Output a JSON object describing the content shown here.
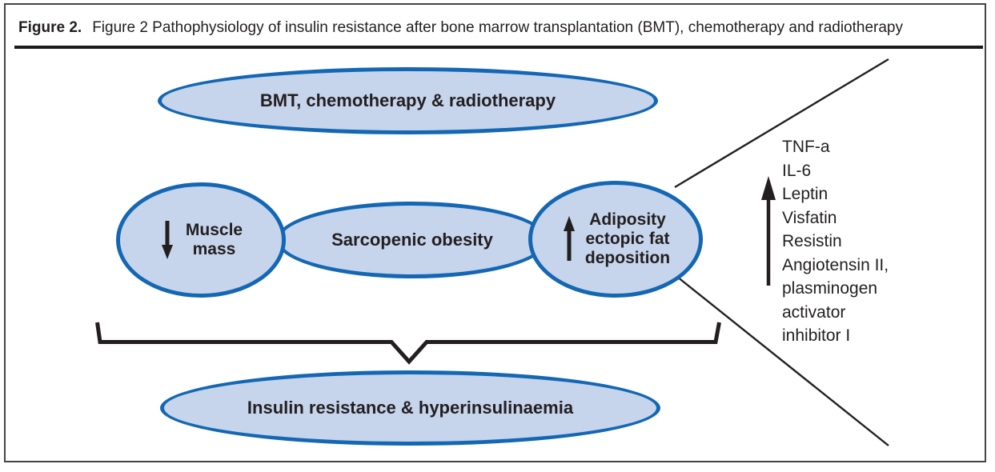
{
  "figure": {
    "label": "Figure 2.",
    "caption": "Figure 2 Pathophysiology of insulin resistance after bone marrow transplantation (BMT), chemotherapy and radiotherapy"
  },
  "nodes": {
    "top": {
      "label": "BMT, chemotherapy & radiotherapy"
    },
    "muscle": {
      "arrow": "down-arrow",
      "line1": "Muscle",
      "line2": "mass"
    },
    "sarcopenic": {
      "label": "Sarcopenic obesity"
    },
    "adiposity": {
      "arrow": "up-arrow",
      "line1": "Adiposity",
      "line2": "ectopic fat",
      "line3": "deposition"
    },
    "bottom": {
      "label": "Insulin resistance & hyperinsulinaemia"
    }
  },
  "mediators": {
    "arrow": "up-arrow",
    "items": [
      "TNF-a",
      "IL-6",
      "Leptin",
      "Visfatin",
      "Resistin",
      "Angiotensin II,",
      "plasminogen",
      "activator",
      "inhibitor I"
    ]
  },
  "colors": {
    "node_fill": "#c6d4ec",
    "node_border": "#1467b3",
    "text": "#231f20",
    "line": "#231f20",
    "frame_border": "#454545"
  }
}
